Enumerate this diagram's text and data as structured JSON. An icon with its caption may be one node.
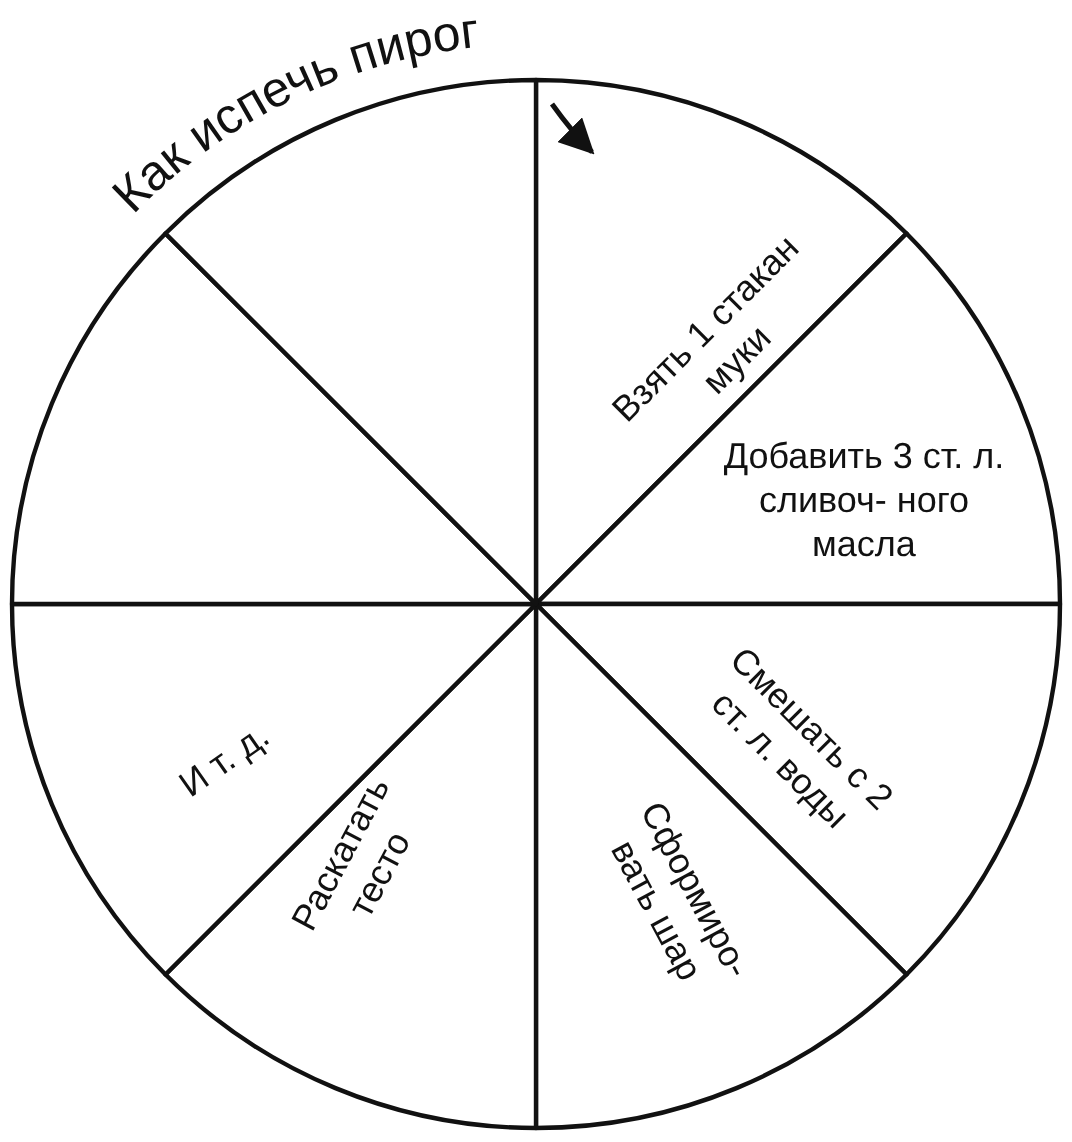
{
  "diagram": {
    "title": "Как испечь пирог",
    "nodes": [
      {
        "text": [
          "Взять 1 стакан муки"
        ]
      },
      {
        "text": [
          "Добавить 3 ст. л. сливоч- ного масла"
        ]
      },
      {
        "text": [
          "Смешать с 2 ст. л. воды"
        ]
      },
      {
        "text": [
          "Сформиро- вать шар"
        ]
      },
      {
        "text": [
          "Раскатать тесто"
        ]
      },
      {
        "text": [
          "И т. д."
        ]
      },
      {
        "text": [],
        "shape": "sector"
      },
      {
        "text": [],
        "shape": "sector"
      }
    ],
    "edges": []
  }
}
